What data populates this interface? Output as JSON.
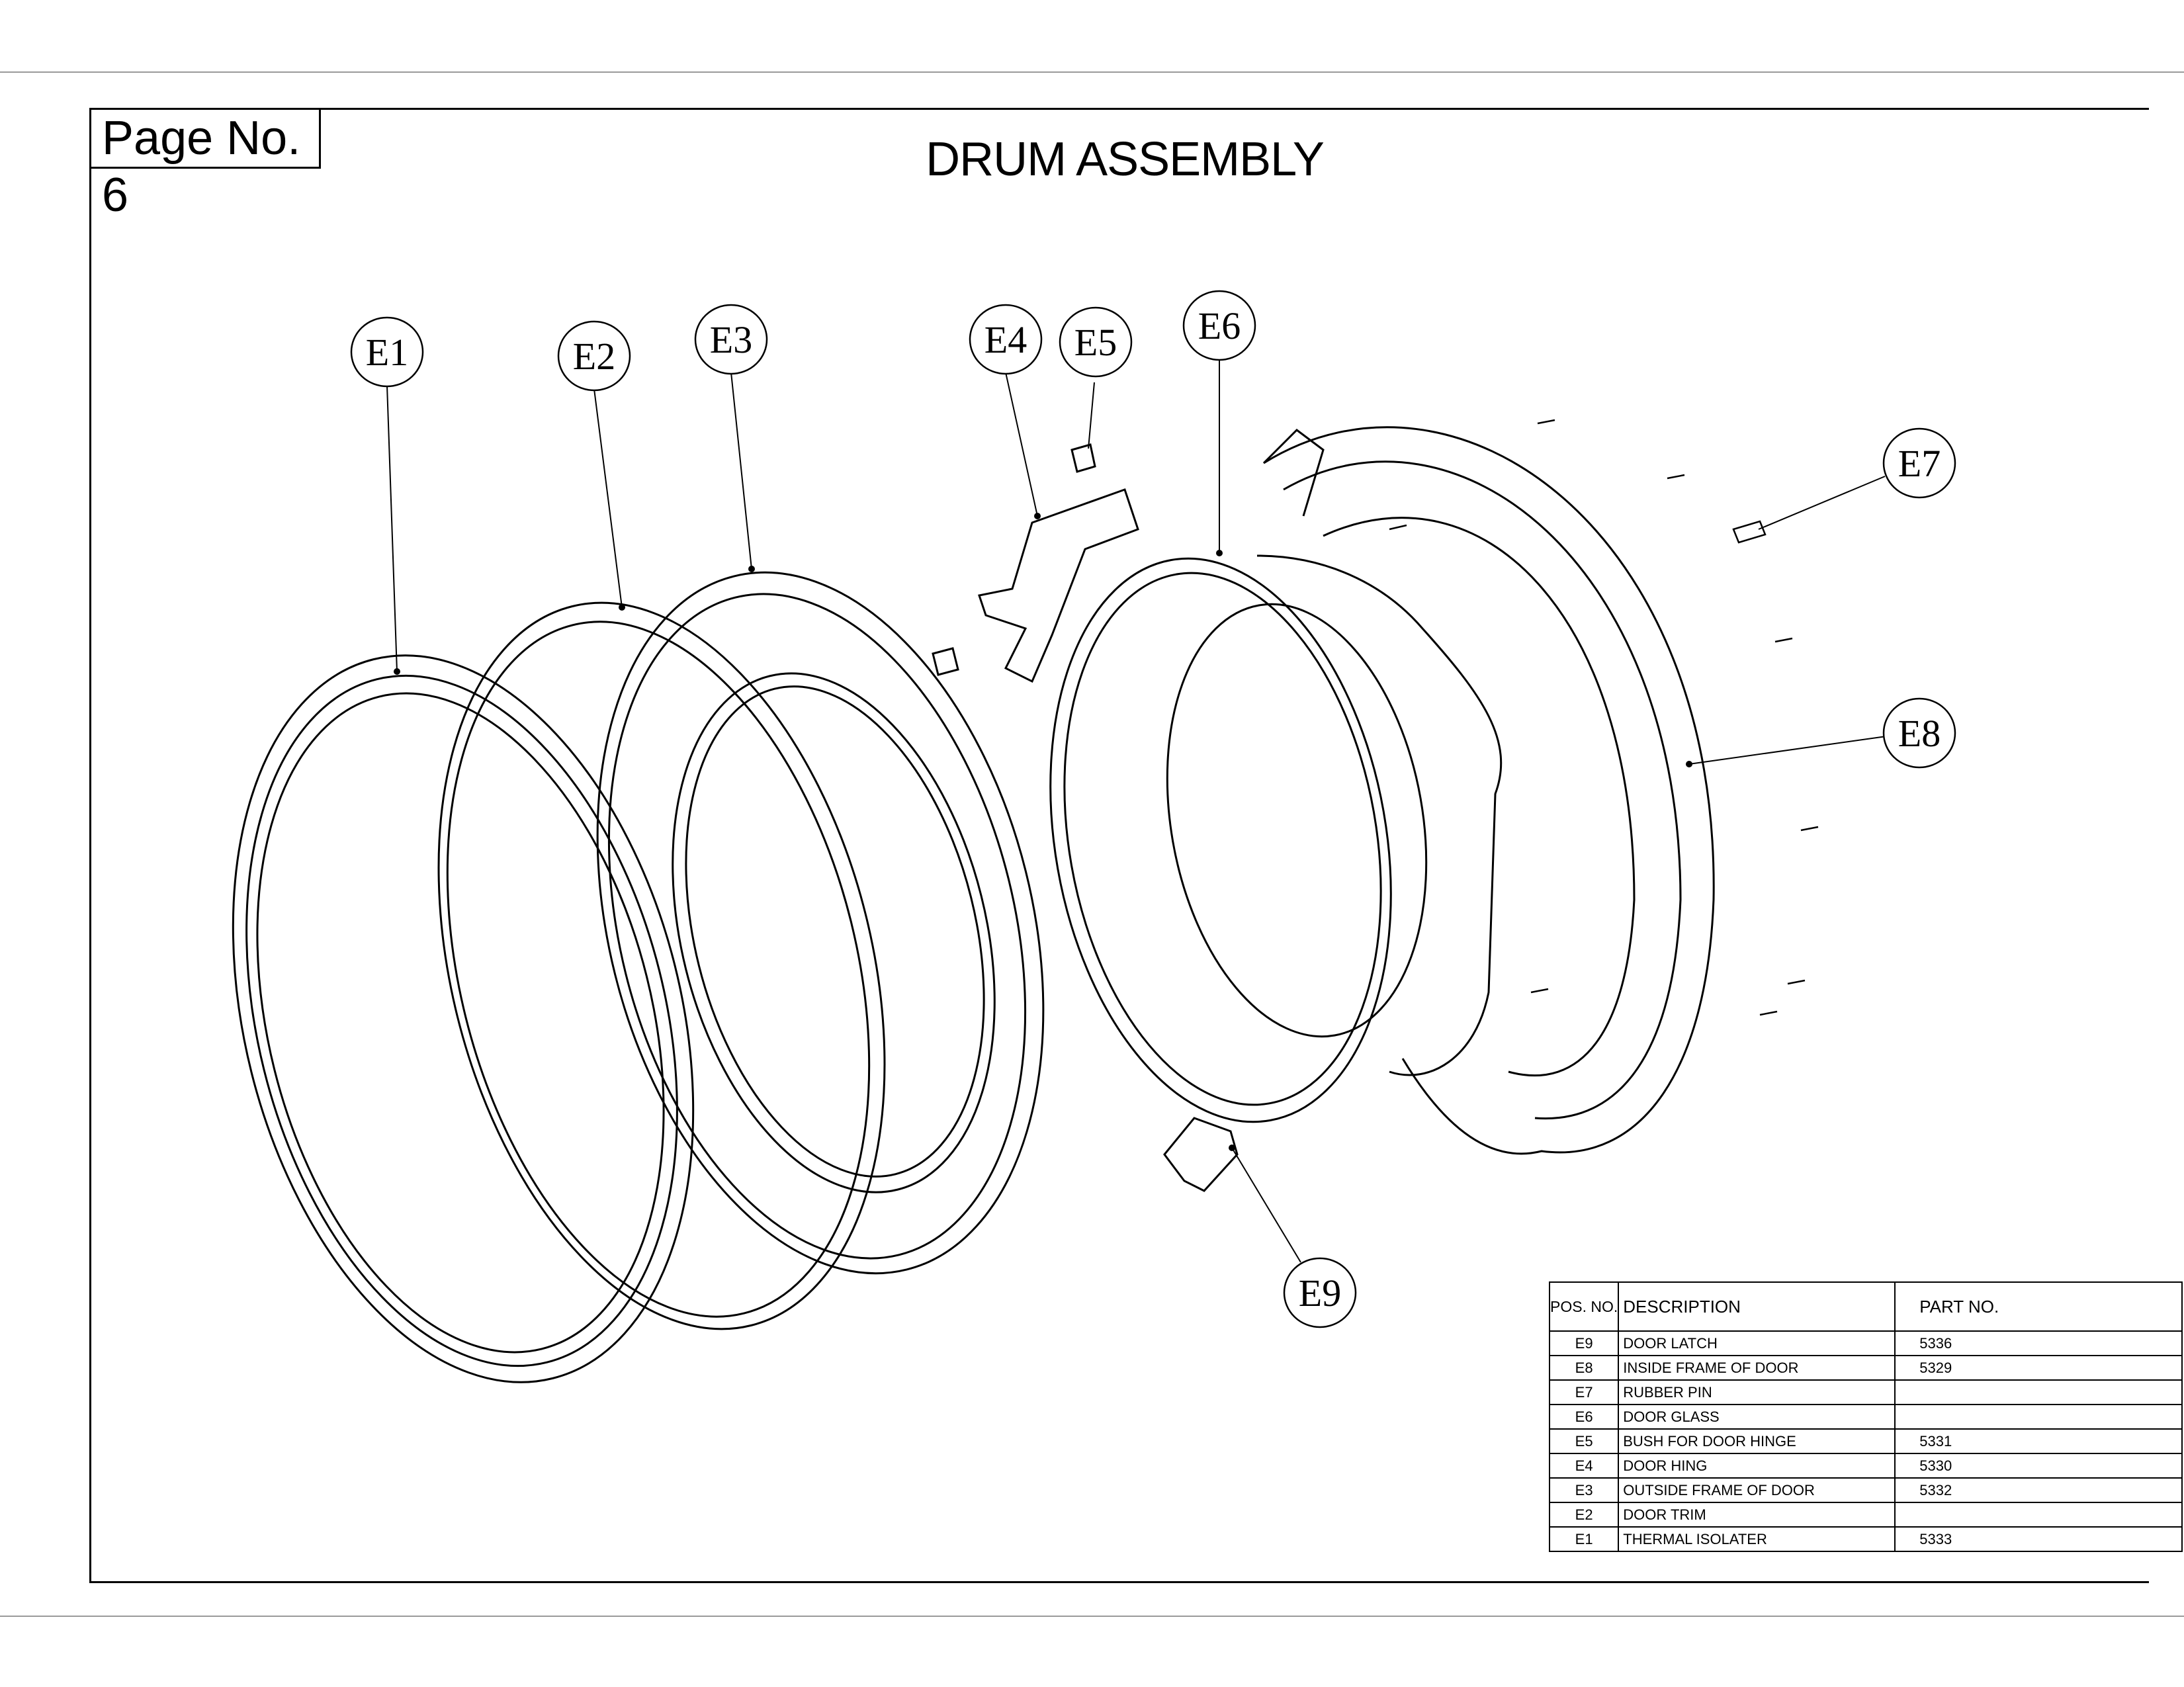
{
  "page_label": "Page No. 6",
  "title": "DRUM ASSEMBLY",
  "callouts": [
    {
      "id": "E1",
      "label": "E1"
    },
    {
      "id": "E2",
      "label": "E2"
    },
    {
      "id": "E3",
      "label": "E3"
    },
    {
      "id": "E4",
      "label": "E4"
    },
    {
      "id": "E5",
      "label": "E5"
    },
    {
      "id": "E6",
      "label": "E6"
    },
    {
      "id": "E7",
      "label": "E7"
    },
    {
      "id": "E8",
      "label": "E8"
    },
    {
      "id": "E9",
      "label": "E9"
    }
  ],
  "table": {
    "headers": {
      "pos": "POS. NO.",
      "description": "DESCRIPTION",
      "part_no": "PART NO."
    },
    "rows": [
      {
        "pos": "E9",
        "description": "DOOR LATCH",
        "part_no": "5336"
      },
      {
        "pos": "E8",
        "description": "INSIDE FRAME OF DOOR",
        "part_no": "5329"
      },
      {
        "pos": "E7",
        "description": "RUBBER PIN",
        "part_no": ""
      },
      {
        "pos": "E6",
        "description": "DOOR GLASS",
        "part_no": ""
      },
      {
        "pos": "E5",
        "description": "BUSH FOR DOOR HINGE",
        "part_no": "5331"
      },
      {
        "pos": "E4",
        "description": "DOOR HING",
        "part_no": "5330"
      },
      {
        "pos": "E3",
        "description": "OUTSIDE FRAME OF DOOR",
        "part_no": "5332"
      },
      {
        "pos": "E2",
        "description": "DOOR TRIM",
        "part_no": ""
      },
      {
        "pos": "E1",
        "description": "THERMAL ISOLATER",
        "part_no": "5333"
      }
    ]
  }
}
